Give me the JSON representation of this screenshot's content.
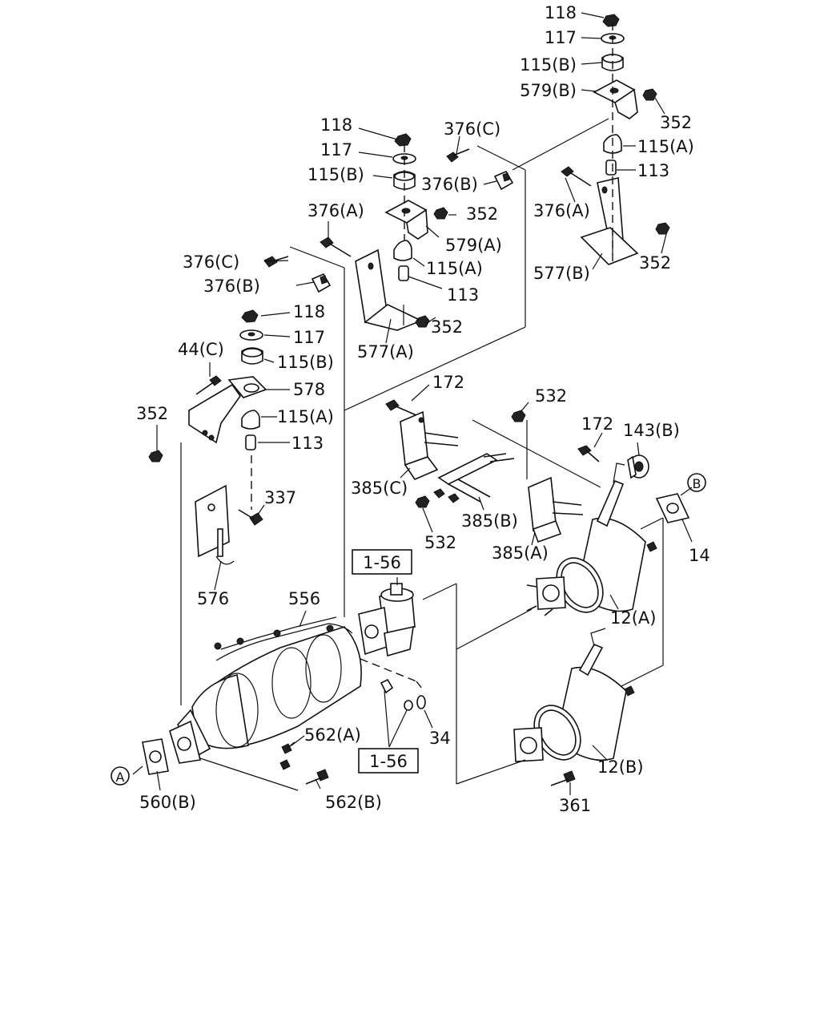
{
  "callouts": [
    {
      "id": "c1",
      "text": "118"
    },
    {
      "id": "c2",
      "text": "117"
    },
    {
      "id": "c3",
      "text": "115(B)"
    },
    {
      "id": "c4",
      "text": "579(B)"
    },
    {
      "id": "c5",
      "text": "352"
    },
    {
      "id": "c6",
      "text": "115(A)"
    },
    {
      "id": "c7",
      "text": "113"
    },
    {
      "id": "c8",
      "text": "376(A)"
    },
    {
      "id": "c9",
      "text": "352"
    },
    {
      "id": "c10",
      "text": "577(B)"
    },
    {
      "id": "c11",
      "text": "118"
    },
    {
      "id": "c12",
      "text": "376(C)"
    },
    {
      "id": "c13",
      "text": "117"
    },
    {
      "id": "c14",
      "text": "115(B)"
    },
    {
      "id": "c15",
      "text": "376(B)"
    },
    {
      "id": "c16",
      "text": "376(A)"
    },
    {
      "id": "c17",
      "text": "352"
    },
    {
      "id": "c18",
      "text": "579(A)"
    },
    {
      "id": "c19",
      "text": "376(C)"
    },
    {
      "id": "c20",
      "text": "115(A)"
    },
    {
      "id": "c21",
      "text": "376(B)"
    },
    {
      "id": "c22",
      "text": "113"
    },
    {
      "id": "c23",
      "text": "118"
    },
    {
      "id": "c24",
      "text": "352"
    },
    {
      "id": "c25",
      "text": "117"
    },
    {
      "id": "c26",
      "text": "44(C)"
    },
    {
      "id": "c27",
      "text": "577(A)"
    },
    {
      "id": "c28",
      "text": "115(B)"
    },
    {
      "id": "c29",
      "text": "578"
    },
    {
      "id": "c30",
      "text": "172"
    },
    {
      "id": "c31",
      "text": "532"
    },
    {
      "id": "c32",
      "text": "352"
    },
    {
      "id": "c33",
      "text": "115(A)"
    },
    {
      "id": "c34",
      "text": "172"
    },
    {
      "id": "c35",
      "text": "143(B)"
    },
    {
      "id": "c36",
      "text": "113"
    },
    {
      "id": "c37",
      "text": "385(C)"
    },
    {
      "id": "c38",
      "text": "337"
    },
    {
      "id": "c39",
      "text": "385(B)"
    },
    {
      "id": "c40",
      "text": "532"
    },
    {
      "id": "c41",
      "text": "385(A)"
    },
    {
      "id": "c42",
      "text": "14"
    },
    {
      "id": "c43",
      "text": "576"
    },
    {
      "id": "c44",
      "text": "556"
    },
    {
      "id": "c45",
      "text": "12(A)"
    },
    {
      "id": "c46",
      "text": "34"
    },
    {
      "id": "c47",
      "text": "562(A)"
    },
    {
      "id": "c48",
      "text": "12(B)"
    },
    {
      "id": "c49",
      "text": "560(B)"
    },
    {
      "id": "c50",
      "text": "562(B)"
    },
    {
      "id": "c51",
      "text": "361"
    }
  ],
  "ref_boxes": [
    {
      "id": "r1",
      "text": "1-56"
    },
    {
      "id": "r2",
      "text": "1-56"
    }
  ],
  "connectors": [
    {
      "id": "A",
      "text": "A"
    },
    {
      "id": "B",
      "text": "B"
    }
  ]
}
